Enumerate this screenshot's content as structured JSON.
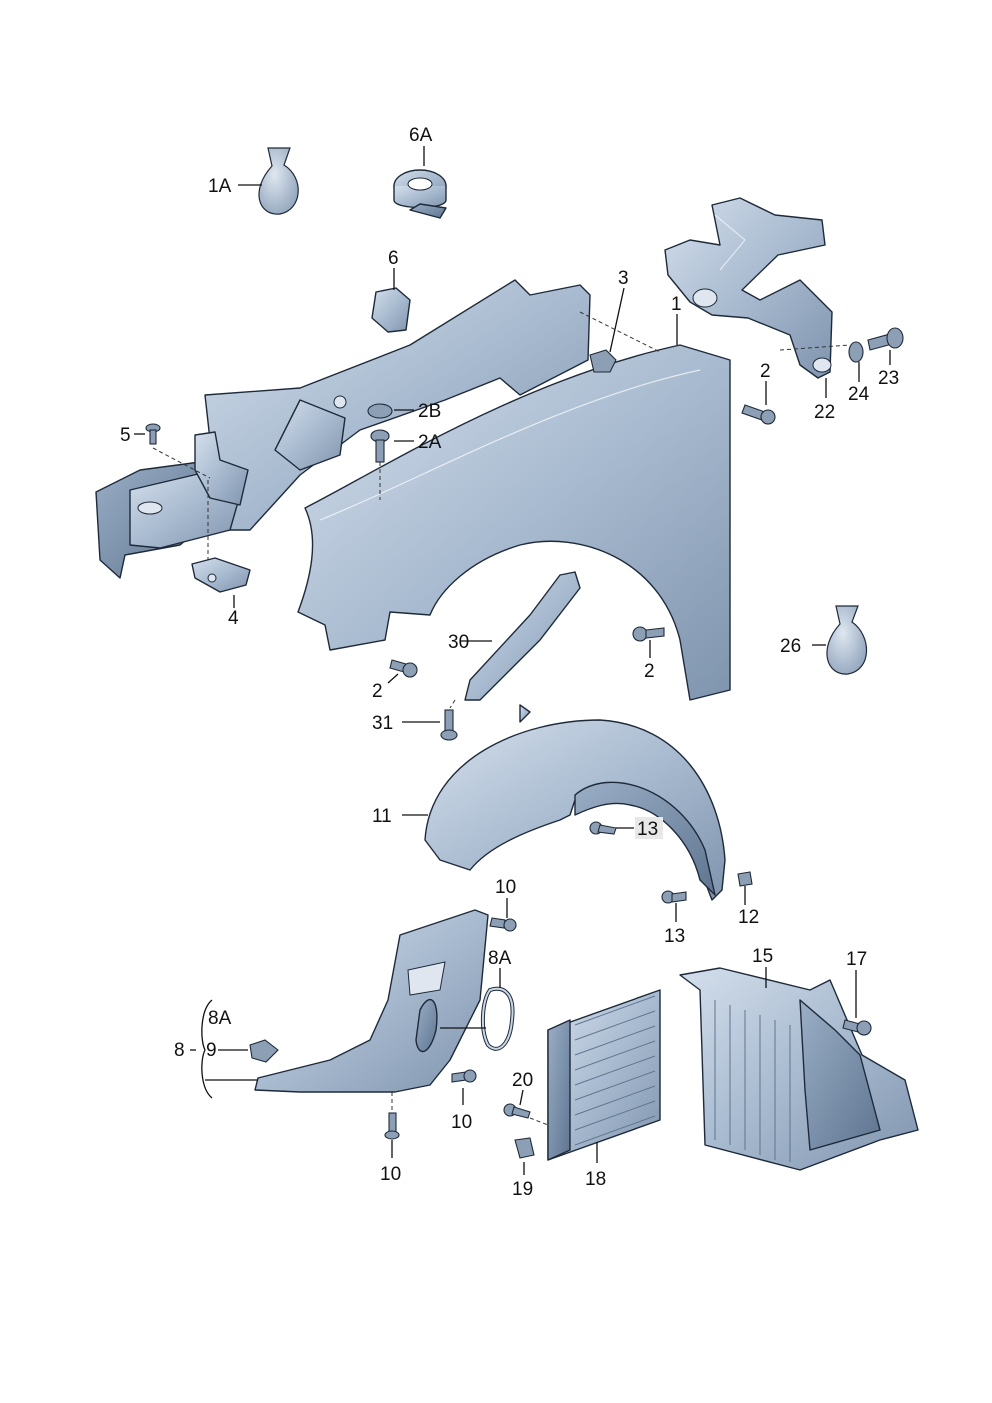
{
  "diagram": {
    "callouts": [
      "1A",
      "6A",
      "6",
      "3",
      "1",
      "22",
      "24",
      "23",
      "2",
      "5",
      "2B",
      "2A",
      "4",
      "30",
      "26",
      "31",
      "11",
      "13",
      "12",
      "10",
      "8A",
      "8",
      "9",
      "20",
      "15",
      "17",
      "18",
      "19"
    ],
    "colors": {
      "part_light": "#c9d6e6",
      "part_mid": "#94a8c0",
      "part_dark": "#6a7f99",
      "outline": "#1e2a3a",
      "label_box": "#e8e8e8"
    }
  }
}
